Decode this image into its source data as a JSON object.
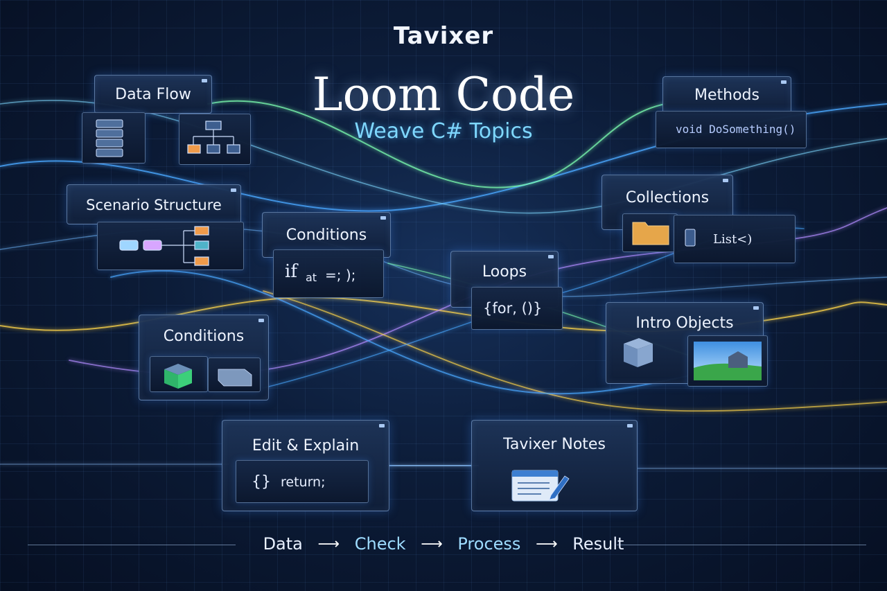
{
  "brand": "Tavixer",
  "title": "Loom Code",
  "subtitle": "Weave C# Topics",
  "cards": {
    "data_flow": "Data Flow",
    "methods": "Methods",
    "methods_code": "void DoSomething()",
    "scenario": "Scenario Structure",
    "collections": "Collections",
    "collections_code": "List<)",
    "conditions_main": "Conditions",
    "conditions_code_a": "if",
    "conditions_code_b": "at",
    "conditions_code_c": "=;  );",
    "loops": "Loops",
    "loops_code": "{for, ()}",
    "conditions_second": "Conditions",
    "intro_objects": "Intro Objects",
    "edit_explain": "Edit & Explain",
    "edit_code_a": "{}",
    "edit_code_b": "return;",
    "notes": "Tavixer Notes"
  },
  "flow": {
    "step1": "Data",
    "step2": "Check",
    "step3": "Process",
    "step4": "Result",
    "arrow": "⟶"
  },
  "colors": {
    "accent_cyan": "#7fd8ff",
    "thread_blue": "#4aa8ff",
    "thread_yellow": "#ffd54a",
    "thread_green": "#7dffb0",
    "thread_purple": "#b28cff"
  },
  "icons": [
    "database-icon",
    "flowchart-icon",
    "process-diagram-icon",
    "folder-icon",
    "tablet-icon",
    "cube-icon",
    "landscape-image-icon",
    "notes-icon"
  ]
}
